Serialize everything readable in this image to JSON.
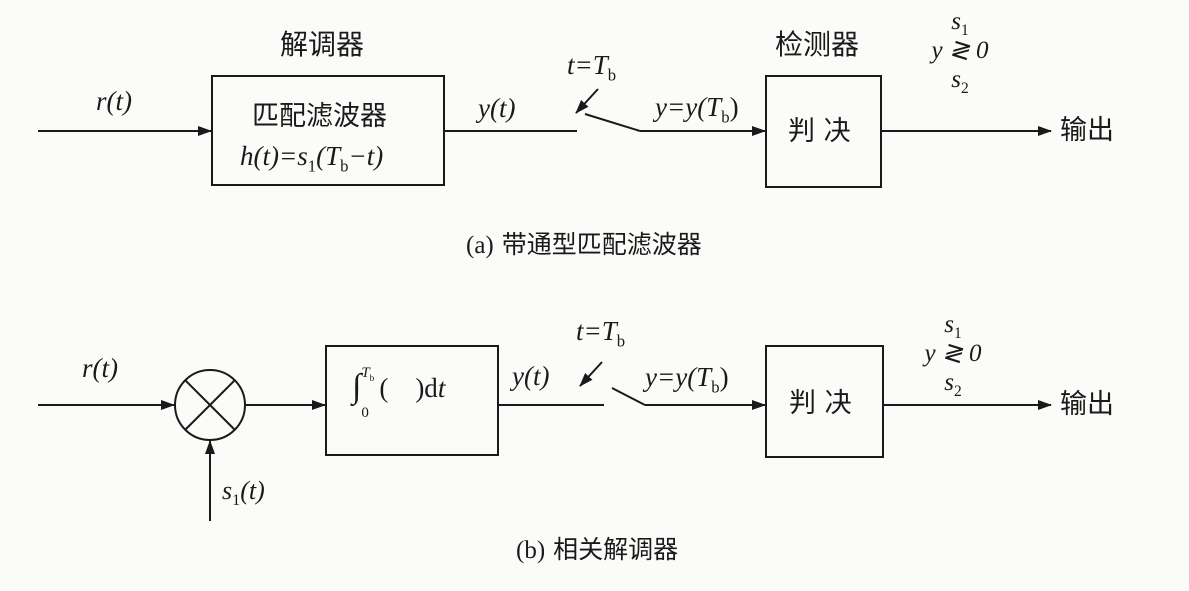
{
  "panel_a": {
    "demodulator_title": "解调器",
    "detector_title": "检测器",
    "input_label": "r(t)",
    "filter_name": "匹配滤波器",
    "filter_impulse": {
      "lhs": "h(t)=s",
      "sub1": "1",
      "mid": "(T",
      "sub_b": "b",
      "rhs": "−t)"
    },
    "filter_output": "y(t)",
    "switch_time": {
      "pre": "t=T",
      "sub": "b"
    },
    "sampled_value": {
      "pre": "y=y(T",
      "sub": "b",
      "post": ")"
    },
    "decision_block": "判 决",
    "decision_rule": {
      "s1": "s",
      "s1_sub": "1",
      "rel": "y ≷ 0",
      "s2": "s",
      "s2_sub": "2"
    },
    "output_label": "输出",
    "caption_tag": "(a)",
    "caption_text": "带通型匹配滤波器"
  },
  "panel_b": {
    "input_label": "r(t)",
    "multiplier_symbol": "×",
    "reference_signal": {
      "pre": "s",
      "sub": "1",
      "post": "(t)"
    },
    "integrator": {
      "upper": "T",
      "upper_sub": "b",
      "lower": "0",
      "body": "(    )d",
      "var": "t"
    },
    "integrator_output": "y(t)",
    "switch_time": {
      "pre": "t=T",
      "sub": "b"
    },
    "sampled_value": {
      "pre": "y=y(T",
      "sub": "b",
      "post": ")"
    },
    "decision_block": "判 决",
    "decision_rule": {
      "s1": "s",
      "s1_sub": "1",
      "rel": "y ≷ 0",
      "s2": "s",
      "s2_sub": "2"
    },
    "output_label": "输出",
    "caption_tag": "(b)",
    "caption_text": "相关解调器"
  }
}
